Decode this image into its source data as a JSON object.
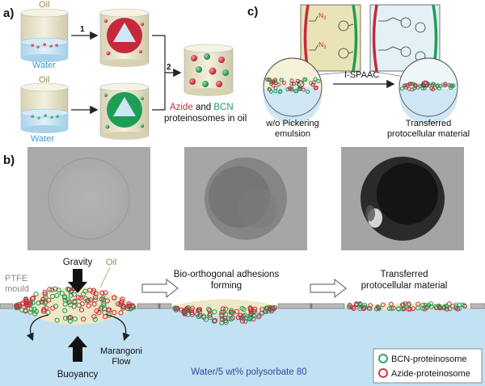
{
  "panel_a": {
    "letter": "a)",
    "oil": "Oil",
    "water": "Water",
    "step1": "1",
    "step2": "2",
    "azide": "Azide",
    "and": "and",
    "bcn": "BCN",
    "caption_line2": "proteinosomes in oil"
  },
  "panel_b": {
    "letter": "b)",
    "gravity": "Gravity",
    "oil": "Oil",
    "ptfe_line1": "PTFE",
    "ptfe_line2": "mould",
    "marangoni_line1": "Marangoni",
    "marangoni_line2": "Flow",
    "buoyancy": "Buoyancy",
    "adhesion_line1": "Bio-orthogonal adhesions",
    "adhesion_line2": "forming",
    "transferred_line1": "Transferred",
    "transferred_line2": "protocellular material",
    "subphase": "Water/5 wt% polysorbate 80",
    "legend": [
      {
        "label": "BCN-proteinosome",
        "color": "#1e9e55"
      },
      {
        "label": "Azide-proteinosome",
        "color": "#c8283c"
      }
    ]
  },
  "panel_c": {
    "letter": "c)",
    "n3_left": "N",
    "n3_sub": "3",
    "reaction": "I-SPAAC",
    "left_line1": "w/o Pickering",
    "left_line2": "emulsion",
    "right_line1": "Transferred",
    "right_line2": "protocellular material"
  },
  "colors": {
    "azide": "#c8283c",
    "bcn": "#1e9e55",
    "water": "#bfe0f1",
    "oil": "#efe8c6",
    "label_blue": "#3a9cc8",
    "label_oil": "#9a8a4a",
    "subphase_text": "#2a4ea0"
  }
}
